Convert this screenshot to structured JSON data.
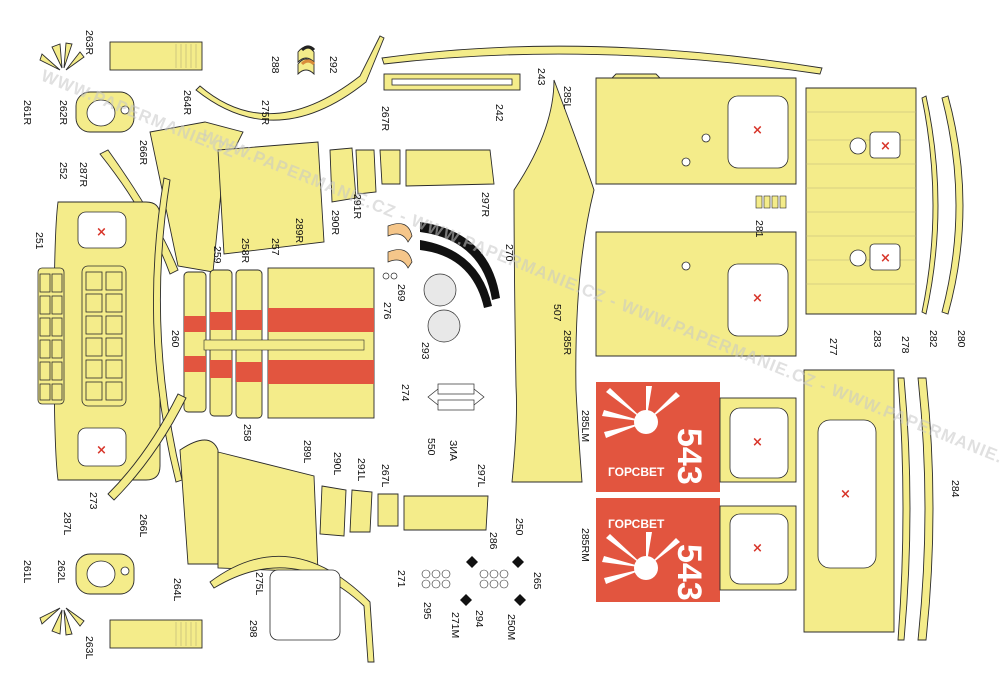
{
  "watermark": {
    "text_upper": "WWW.PAPERMANIE.CZ",
    "text_lower": "WWW.PAPERMANIE.CZ - WWW.PAPERMANIE.CZ - WWW.PAPERMANIE.CZ - WWW.PAPERMANIE.CZ"
  },
  "colors": {
    "part_fill": "#f4ec8a",
    "stripe_red": "#e2553f",
    "decal_red": "#e2553f",
    "outline": "#2b2b2b"
  },
  "labels": {
    "l263R": "263R",
    "l261R": "261R",
    "l262R": "262R",
    "l264R": "264R",
    "l288": "288",
    "l292": "292",
    "l243": "243",
    "l242": "242",
    "l275R": "275R",
    "l267R": "267R",
    "l266R": "266R",
    "l287R": "287R",
    "l252": "252",
    "l291R": "291R",
    "l290R": "290R",
    "l289R": "289R",
    "l297R": "297R",
    "l251": "251",
    "l259": "259",
    "l258R": "258R",
    "l257": "257",
    "l269": "269",
    "l276": "276",
    "l270": "270",
    "l260": "260",
    "l293": "293",
    "l274": "274",
    "l507": "507",
    "l258": "258",
    "l550": "550",
    "l289L": "289L",
    "l290L": "290L",
    "l291L": "291L",
    "l267L": "267L",
    "l297L": "297L",
    "l273": "273",
    "l266L": "266L",
    "l287L": "287L",
    "l286": "286",
    "l250": "250",
    "l271": "271",
    "l265": "265",
    "l295": "295",
    "l271M": "271M",
    "l294": "294",
    "l250M": "250M",
    "l264L": "264L",
    "l275L": "275L",
    "l298": "298",
    "l261L": "261L",
    "l262L": "262L",
    "l263L": "263L",
    "l285L": "285L",
    "l285R": "285R",
    "l281": "281",
    "l285LM": "285LM",
    "l285RM": "285RM",
    "l277": "277",
    "l283": "283",
    "l278": "278",
    "l282": "282",
    "l280": "280",
    "l284": "284"
  },
  "decals": {
    "number": "543",
    "brand": "ГОРСВЕТ",
    "small_print": "ЗИА"
  },
  "marks": {
    "x_symbol": "×"
  }
}
